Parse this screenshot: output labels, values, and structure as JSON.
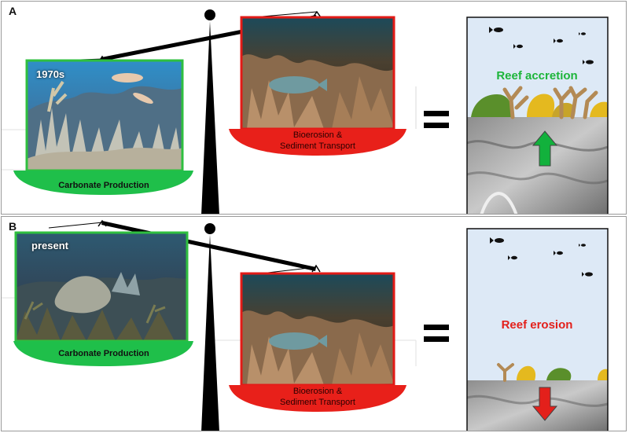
{
  "panel_a": {
    "letter": "A",
    "photo_label": "1970s",
    "left_pan_label": "Carbonate Production",
    "right_pan_label_line1": "Bioerosion &",
    "right_pan_label_line2": "Sediment Transport",
    "outcome_label": "Reef accretion",
    "outcome_color": "#1db53a",
    "arrow_direction": "up"
  },
  "panel_b": {
    "letter": "B",
    "photo_label": "present",
    "left_pan_label": "Carbonate Production",
    "right_pan_label_line1": "Bioerosion &",
    "right_pan_label_line2": "Sediment Transport",
    "outcome_label": "Reef erosion",
    "outcome_color": "#e3201b",
    "arrow_direction": "down"
  },
  "colors": {
    "production_green": "#1fbf4a",
    "erosion_red": "#e8201a",
    "sky_blue": "#dde9f6",
    "arrow_green": "#12b13c",
    "arrow_red": "#e3201b"
  }
}
